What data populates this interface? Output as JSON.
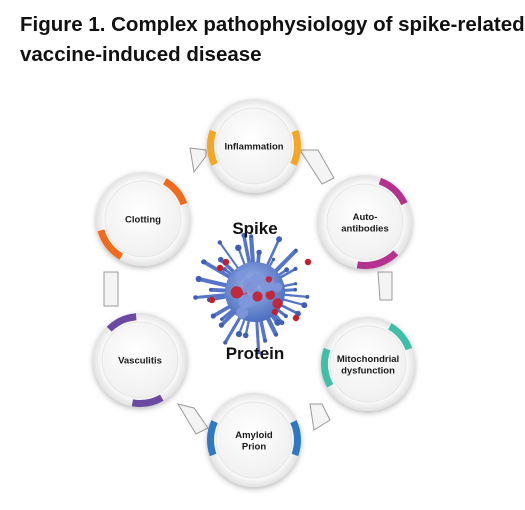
{
  "title": {
    "line1": "Figure 1. Complex pathophysiology of spike-related",
    "line2": "vaccine-induced disease"
  },
  "center": {
    "top": "Spike",
    "bottom": "Protein"
  },
  "nodes": [
    {
      "lines": [
        "Inflammation"
      ],
      "color": "#f5a623"
    },
    {
      "lines": [
        "Auto-",
        "antibodies"
      ],
      "color": "#b5318f"
    },
    {
      "lines": [
        "Mitochondrial",
        "dysfunction"
      ],
      "color": "#3fbfa8"
    },
    {
      "lines": [
        "Amyloid",
        "Prion"
      ],
      "color": "#2f78c4"
    },
    {
      "lines": [
        "Vasculitis"
      ],
      "color": "#6a4aa0"
    },
    {
      "lines": [
        "Clotting"
      ],
      "color": "#f26a1b"
    }
  ]
}
